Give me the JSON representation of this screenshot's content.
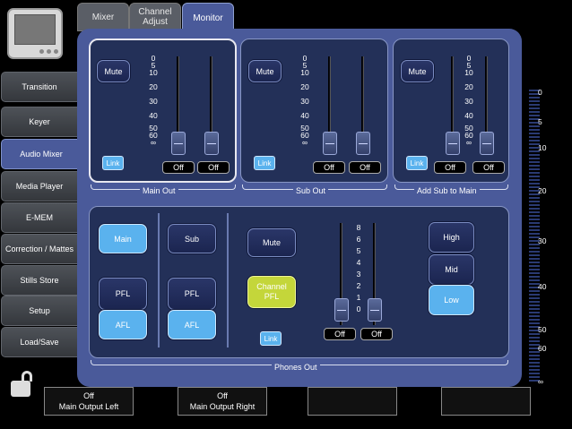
{
  "tabs": [
    {
      "label": "Mixer"
    },
    {
      "label": "Channel Adjust"
    },
    {
      "label": "Monitor"
    }
  ],
  "sidebar": {
    "items": [
      {
        "label": "Transition"
      },
      {
        "label": "Keyer"
      },
      {
        "label": "Audio Mixer"
      },
      {
        "label": "Media Player"
      },
      {
        "label": "E-MEM"
      },
      {
        "label": "Correction / Mattes"
      },
      {
        "label": "Stills Store"
      },
      {
        "label": "Setup"
      },
      {
        "label": "Load/Save"
      }
    ]
  },
  "top_sections": [
    {
      "title": "Main Out",
      "mute": "Mute",
      "link": "Link",
      "off_left": "Off",
      "off_right": "Off"
    },
    {
      "title": "Sub Out",
      "mute": "Mute",
      "link": "Link",
      "off_left": "Off",
      "off_right": "Off"
    },
    {
      "title": "Add Sub to Main",
      "mute": "Mute",
      "link": "Link",
      "off_left": "Off",
      "off_right": "Off"
    }
  ],
  "fader_scale": [
    "0",
    "5",
    "10",
    "20",
    "30",
    "40",
    "50",
    "60",
    "∞"
  ],
  "phones": {
    "title": "Phones Out",
    "main": "Main",
    "sub": "Sub",
    "pfl_left": "PFL",
    "afl_left": "AFL",
    "pfl_right": "PFL",
    "afl_right": "AFL",
    "mute": "Mute",
    "channel_pfl": "Channel PFL",
    "link": "Link",
    "off_left": "Off",
    "off_right": "Off",
    "scale": [
      "8",
      "6",
      "5",
      "4",
      "3",
      "2",
      "1",
      "0"
    ],
    "high": "High",
    "mid": "Mid",
    "low": "Low"
  },
  "meter_scale": [
    "0",
    "5",
    "10",
    "20",
    "30",
    "40",
    "50",
    "60",
    "∞"
  ],
  "footer": [
    {
      "line1": "Off",
      "line2": "Main Output Left"
    },
    {
      "line1": "Off",
      "line2": "Main Output Right"
    },
    {
      "line1": "",
      "line2": ""
    },
    {
      "line1": "",
      "line2": ""
    }
  ],
  "colors": {
    "panel": "#4a5a9a",
    "box": "#233058",
    "active": "#5ab2ee",
    "channel_pfl": "#c4d63a"
  }
}
